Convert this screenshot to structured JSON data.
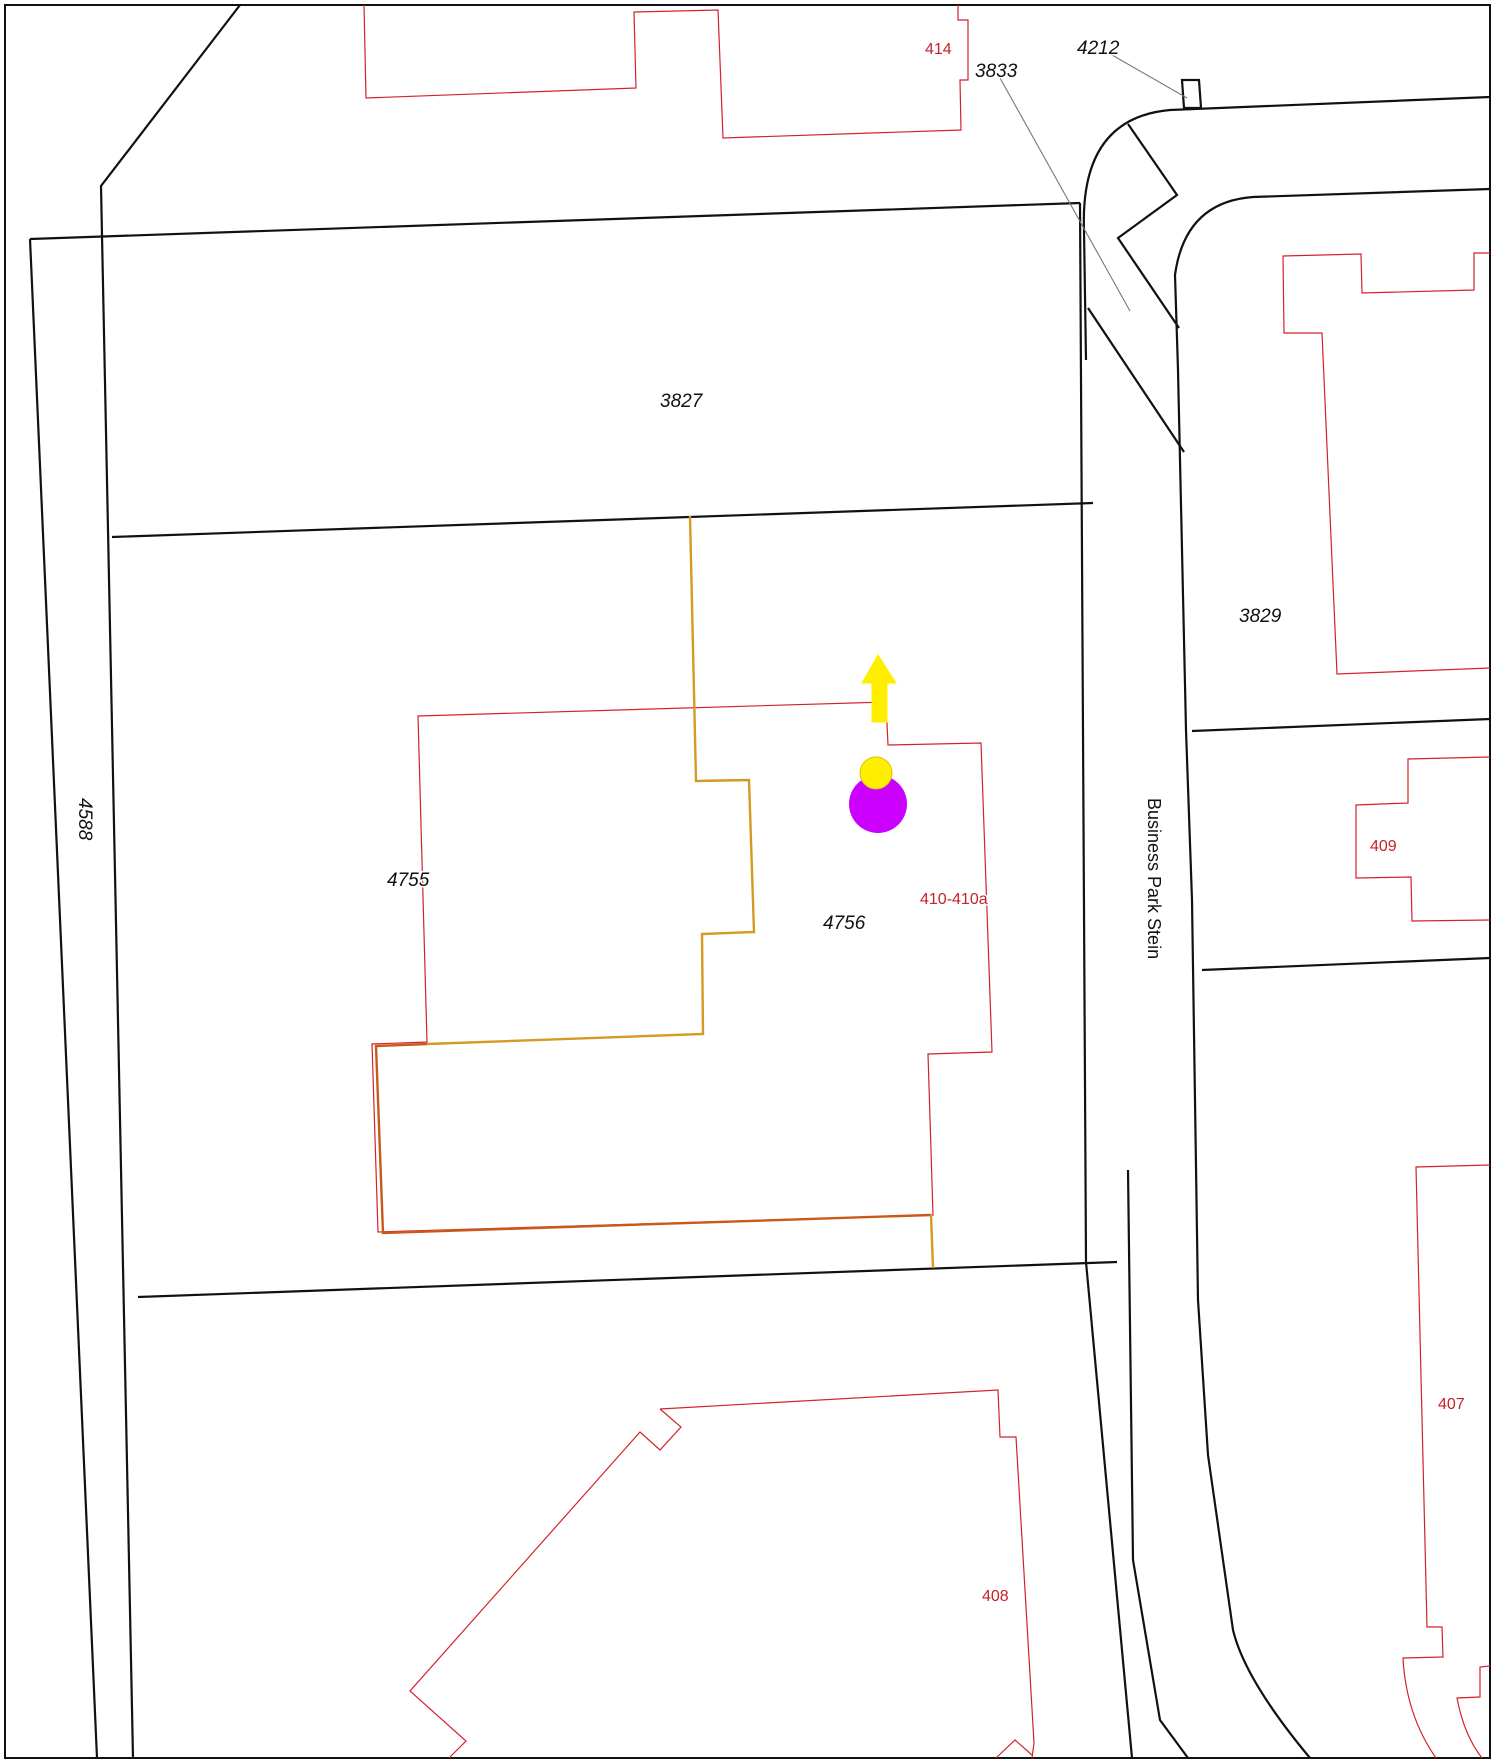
{
  "parcel_labels": {
    "p3833": "3833",
    "p4212": "4212",
    "p3827": "3827",
    "p3829": "3829",
    "p4588": "4588",
    "p4755": "4755",
    "p4756": "4756"
  },
  "building_labels": {
    "b414": "414",
    "b409": "409",
    "b410": "410-410a",
    "b407": "407",
    "b408": "408"
  },
  "street_labels": {
    "business_park": "Business Park Stein"
  },
  "colors": {
    "parcel_boundary": "#111111",
    "building_outline": "#d2232a",
    "selection_orange": "#d49a24",
    "selection_dark_orange": "#c85a18",
    "leader_line": "#777777",
    "marker_primary": "#cc00ff",
    "marker_secondary": "#ffee00",
    "direction_arrow": "#ffee00"
  },
  "icons": {
    "location_marker": "location-marker-icon",
    "direction_arrow": "north-arrow-icon"
  }
}
